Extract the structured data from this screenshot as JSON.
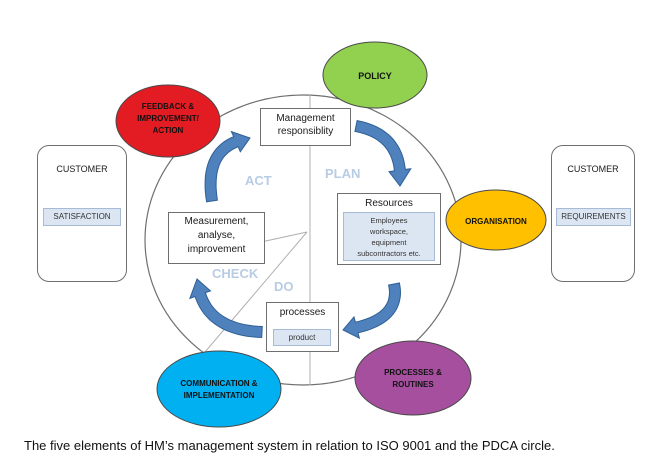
{
  "colors": {
    "red": "#e31b23",
    "green": "#92d050",
    "orange": "#ffc000",
    "purple": "#a54f9e",
    "blue": "#00b0f0",
    "arrow": "#4f81bd",
    "arrow_outline": "#2f5f95",
    "pdca_label": "#b8cce4",
    "inner_box": "#dce6f2"
  },
  "ellipses": {
    "policy": "POLICY",
    "feedback": [
      "FEEDBACK &",
      "IMPROVEMENT/",
      "ACTION"
    ],
    "organisation": "ORGANISATION",
    "processes_routines": [
      "PROCESSES &",
      "ROUTINES"
    ],
    "communication": [
      "COMMUNICATION &",
      "IMPLEMENTATION"
    ]
  },
  "customer_left": {
    "title": "CUSTOMER",
    "label": "SATISFACTION"
  },
  "customer_right": {
    "title": "CUSTOMER",
    "label": "REQUIREMENTS"
  },
  "boxes": {
    "management": [
      "Management",
      "responsiblity"
    ],
    "resources": {
      "title": "Resources",
      "details": [
        "Employees",
        "workspace,",
        "equipment",
        "subcontractors etc."
      ]
    },
    "processes": {
      "title": "processes",
      "detail": "product"
    },
    "measurement": [
      "Measurement,",
      "analyse,",
      "improvement"
    ]
  },
  "pdca": {
    "plan": "PLAN",
    "do": "DO",
    "check": "CHECK",
    "act": "ACT"
  },
  "caption": "The five elements of HM’s management system in relation to ISO 9001 and the PDCA circle."
}
